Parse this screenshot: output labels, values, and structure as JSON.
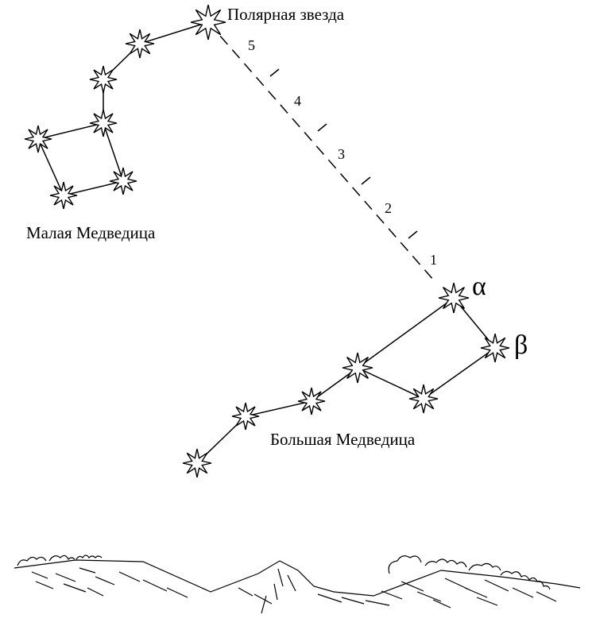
{
  "labels": {
    "polaris": "Полярная звезда",
    "little_dipper": "Малая Медведица",
    "big_dipper": "Большая Медведица",
    "alpha": "α",
    "beta": "β"
  },
  "distance_marks": [
    "1",
    "2",
    "3",
    "4",
    "5"
  ],
  "colors": {
    "ink": "#000000",
    "background": "#ffffff"
  },
  "icons": [
    "star-icon"
  ]
}
